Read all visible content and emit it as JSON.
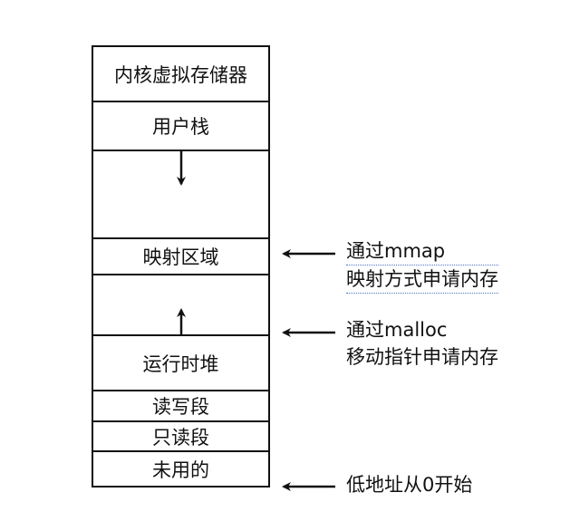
{
  "stack": {
    "segments": [
      {
        "label": "内核虚拟存储器"
      },
      {
        "label": "用户栈"
      },
      {
        "label": ""
      },
      {
        "label": "映射区域"
      },
      {
        "label": ""
      },
      {
        "label": "运行时堆"
      },
      {
        "label": "读写段"
      },
      {
        "label": "只读段"
      },
      {
        "label": "未用的"
      }
    ]
  },
  "annotations": {
    "mmap": {
      "line1": "通过mmap",
      "line2": "映射方式申请内存"
    },
    "malloc": {
      "line1": "通过malloc",
      "line2": "移动指针申请内存"
    },
    "low_address": {
      "line1": "低地址从0开始"
    }
  }
}
